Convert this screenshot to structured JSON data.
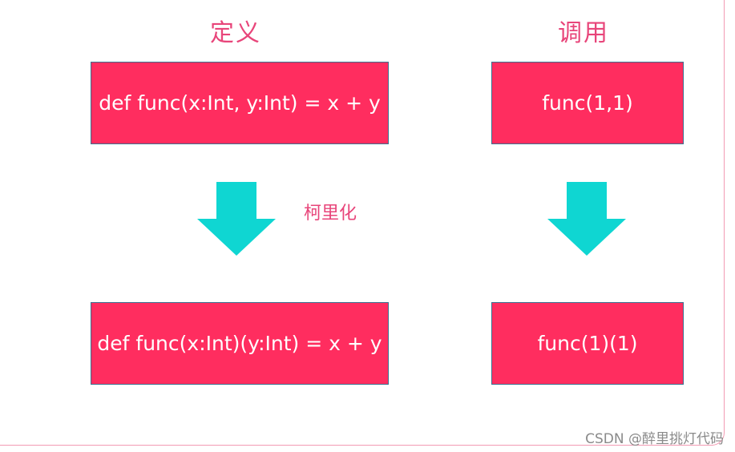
{
  "headings": {
    "definition": "定义",
    "invocation": "调用"
  },
  "boxes": {
    "def_original": "def func(x:Int, y:Int) = x + y",
    "call_original": "func(1,1)",
    "def_curried": "def func(x:Int)(y:Int) = x + y",
    "call_curried": "func(1)(1)"
  },
  "arrow_label": "柯里化",
  "watermark": "CSDN @醉里挑灯代码",
  "colors": {
    "box_fill": "#ff2d5f",
    "box_border": "#3a6f8f",
    "arrow": "#0fd6d2",
    "heading_text": "#e8457a"
  }
}
